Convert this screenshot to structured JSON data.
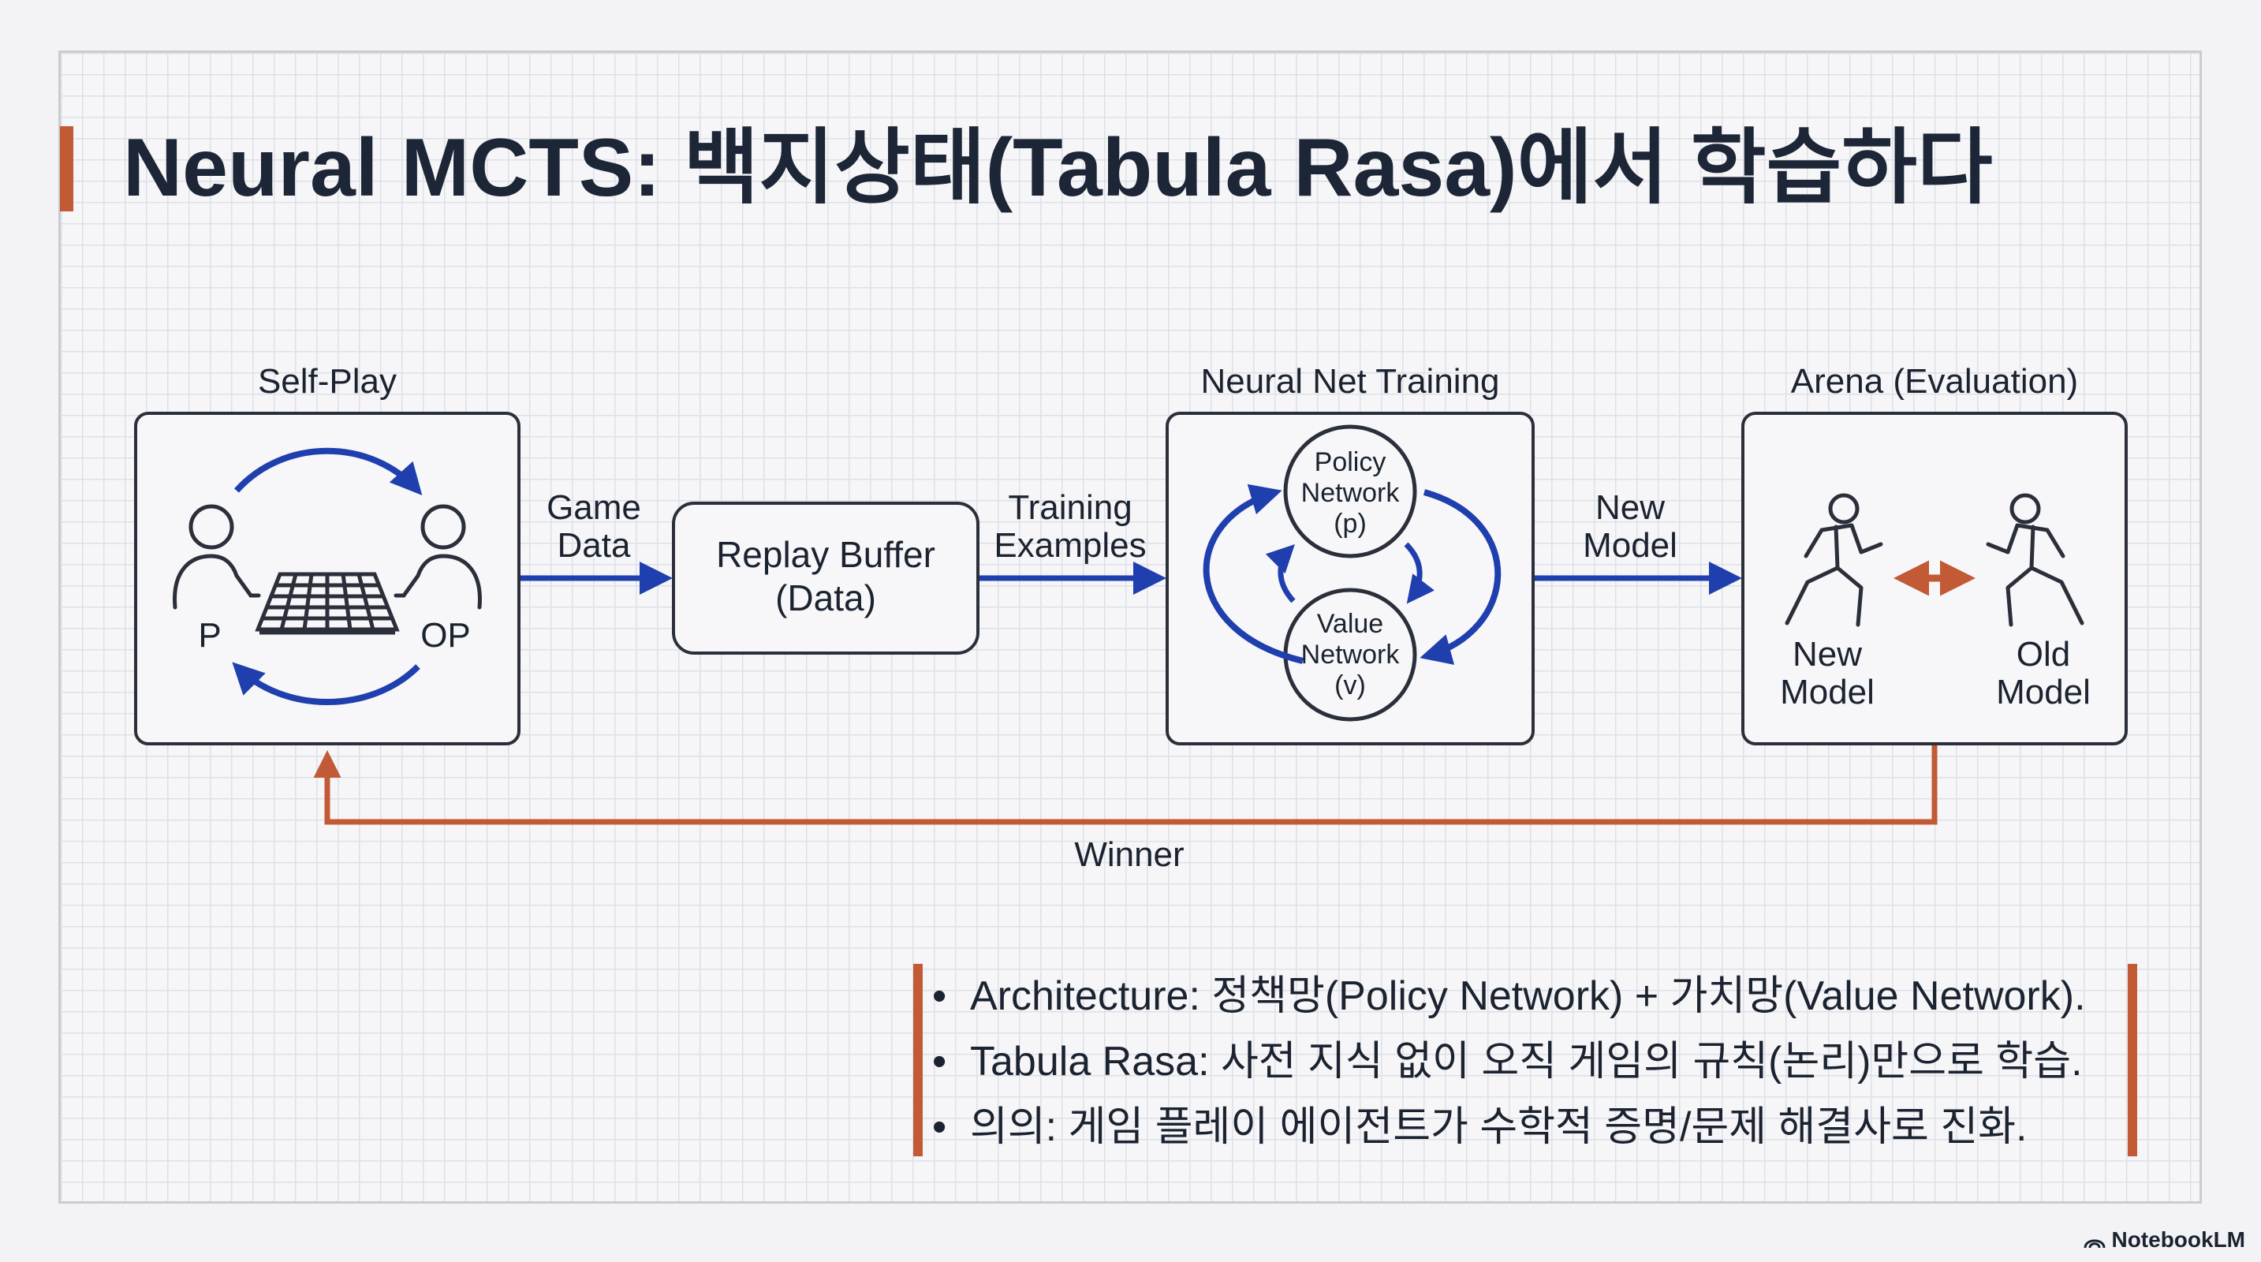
{
  "title": "Neural MCTS: 백지상태(Tabula Rasa)에서 학습하다",
  "stages": {
    "self_play": {
      "label": "Self-Play",
      "player": "P",
      "opponent": "OP"
    },
    "game_data": "Game\nData",
    "replay_buffer": "Replay Buffer\n(Data)",
    "training_examples": "Training\nExamples",
    "nn_training": {
      "label": "Neural Net Training",
      "policy": "Policy\nNetwork\n(p)",
      "value": "Value\nNetwork\n(v)"
    },
    "new_model_arrow": "New\nModel",
    "arena": {
      "label": "Arena (Evaluation)",
      "new_model": "New\nModel",
      "old_model": "Old\nModel"
    },
    "winner": "Winner"
  },
  "bullets": [
    "Architecture: 정책망(Policy Network) + 가치망(Value Network).",
    "Tabula Rasa: 사전 지식 없이 오직 게임의 규칙(논리)만으로 학습.",
    "의의: 게임 플레이 에이전트가 수학적 증명/문제 해결사로 진화."
  ],
  "brand": "NotebookLM",
  "colors": {
    "accent": "#c15a35",
    "arrow_blue": "#1f3fae",
    "outline": "#2b2f3a"
  }
}
